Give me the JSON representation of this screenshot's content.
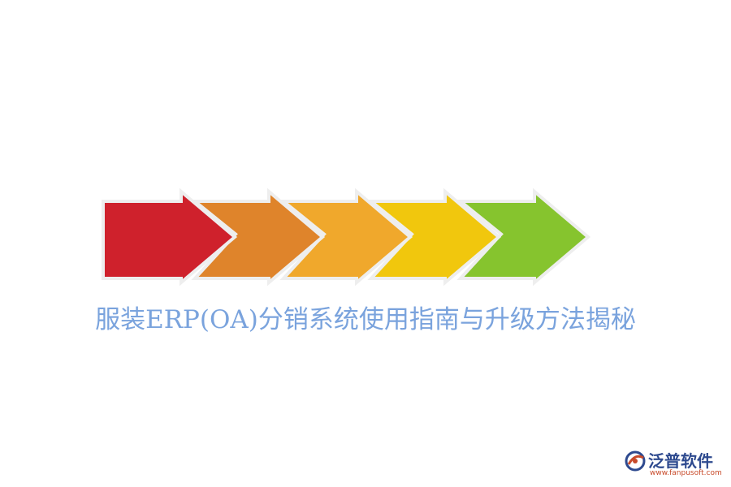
{
  "diagram": {
    "arrows": [
      {
        "id": "arrow-1",
        "color": "#cf212c"
      },
      {
        "id": "arrow-2",
        "color": "#df842b"
      },
      {
        "id": "arrow-3",
        "color": "#f0a82c"
      },
      {
        "id": "arrow-4",
        "color": "#f1c70d"
      },
      {
        "id": "arrow-5",
        "color": "#86c42e"
      }
    ],
    "outline_color": "#eeeeee"
  },
  "headline": {
    "text": "服装ERP(OA)分销系统使用指南与升级方法揭秘",
    "color": "#7aa3dd"
  },
  "brand": {
    "name": "泛普软件",
    "url": "www.fanpusoft.com",
    "logo_icon": "fanpu-swirl-icon"
  }
}
